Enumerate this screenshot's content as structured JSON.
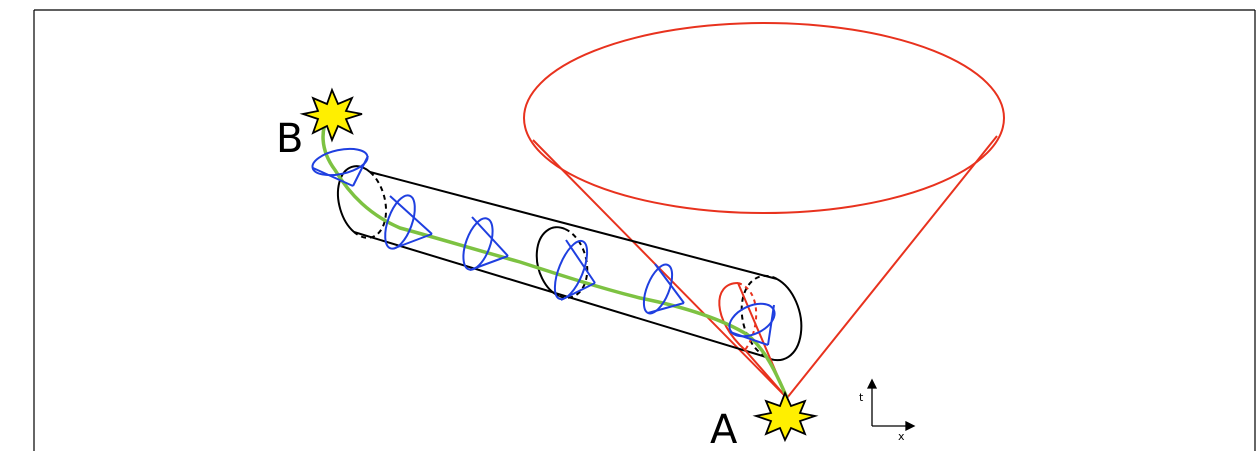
{
  "labels": {
    "event_a": "A",
    "event_b": "B",
    "axis_t": "t",
    "axis_x": "x"
  },
  "colors": {
    "worldline": "#7dc242",
    "light_cone_small": "#1f3fe0",
    "light_cone_large": "#e8321e",
    "tube": "#000000",
    "event_star_fill": "#ffef00",
    "event_star_stroke": "#000000",
    "border": "#000000"
  },
  "icons": {
    "event_a": "star-burst-icon",
    "event_b": "star-burst-icon",
    "axes": "axis-arrows-icon"
  }
}
